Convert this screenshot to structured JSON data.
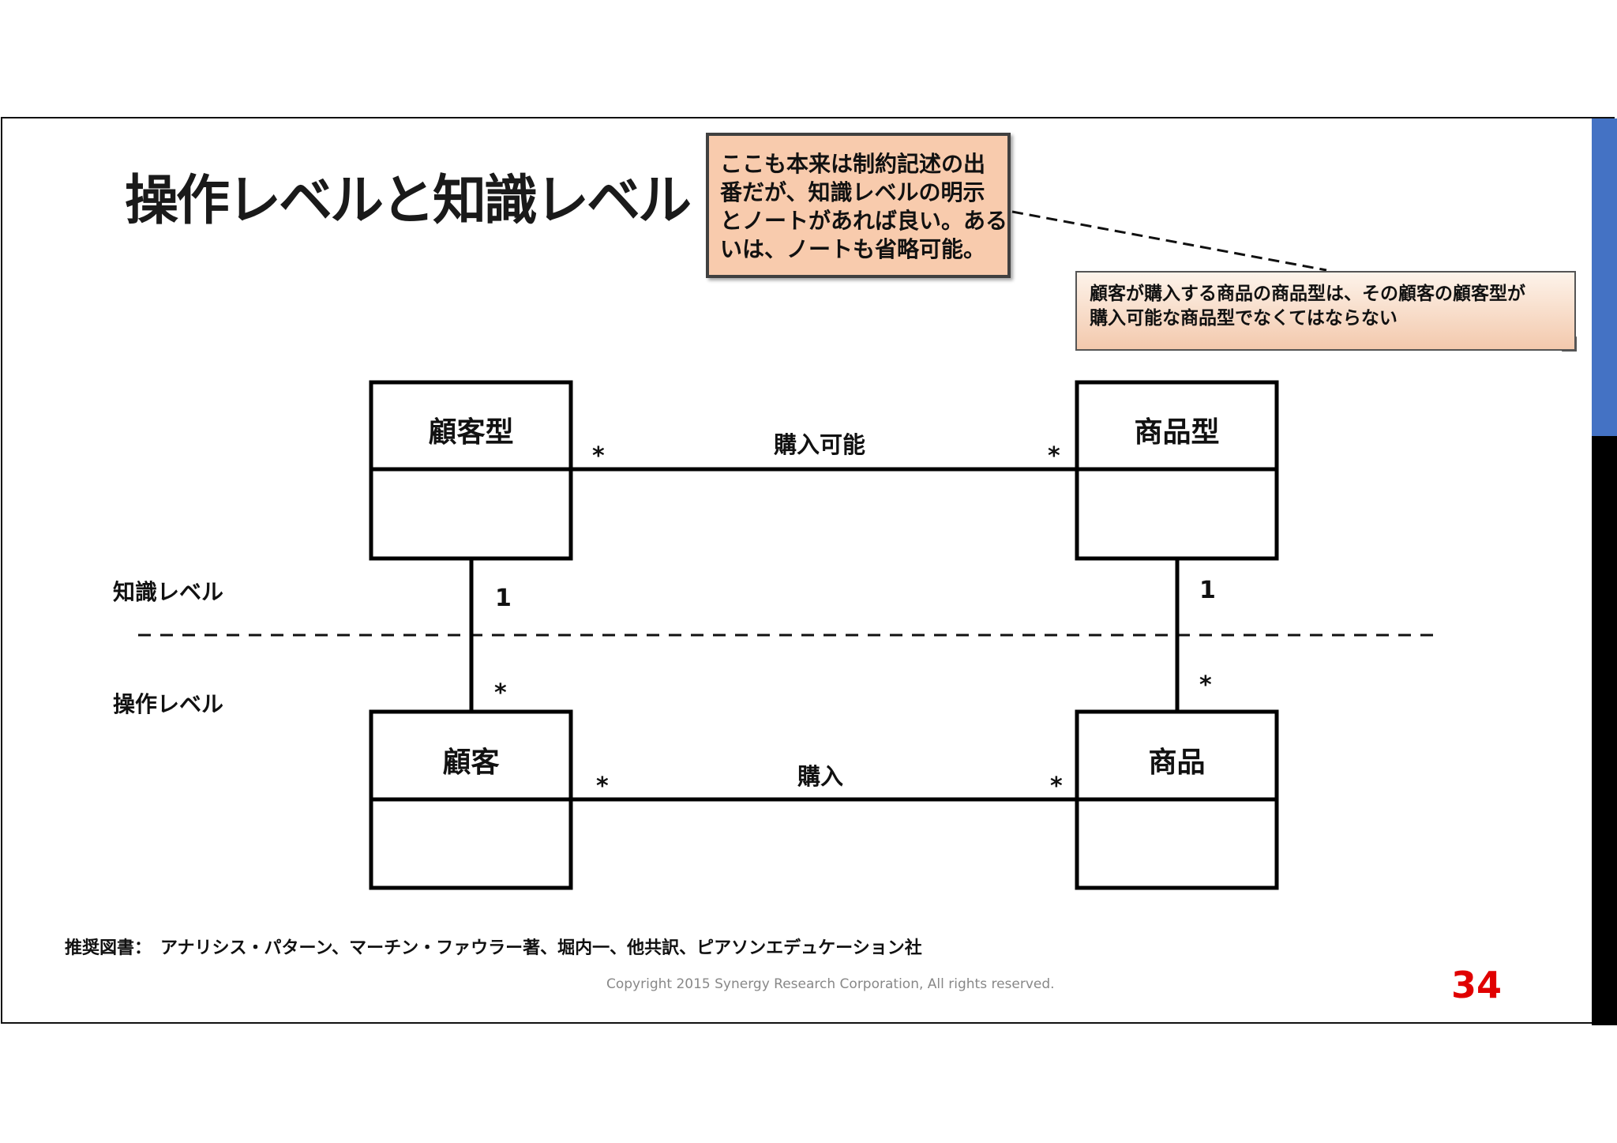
{
  "title": "操作レベルと知識レベル",
  "callout": {
    "lines": [
      "ここも本来は制約記述の出",
      "番だが、知識レベルの明示",
      "とノートがあれば良い。ある",
      "いは、ノートも省略可能。"
    ]
  },
  "note": {
    "lines": [
      "顧客が購入する商品の商品型は、その顧客の顧客型が",
      "購入可能な商品型でなくてはならない"
    ]
  },
  "classes": {
    "customer_type": "顧客型",
    "product_type": "商品型",
    "customer": "顧客",
    "product": "商品"
  },
  "associations": {
    "can_purchase": "購入可能",
    "purchase": "購入"
  },
  "multiplicities": {
    "ct_pt_left": "*",
    "ct_pt_right": "*",
    "ct_c_top": "1",
    "ct_c_bottom": "*",
    "pt_p_top": "1",
    "pt_p_bottom": "*",
    "c_p_left": "*",
    "c_p_right": "*"
  },
  "levels": {
    "knowledge": "知識レベル",
    "operational": "操作レベル"
  },
  "footer": {
    "book": "推奨図書：　アナリシス・パターン、マーチン・ファウラー著、堀内一、他共訳、ピアソンエデュケーション社",
    "copyright": "Copyright 2015 Synergy Research Corporation, All rights reserved.",
    "page_number": "34"
  },
  "colors": {
    "accent_blue": "#4472c4",
    "callout_fill": "#f8cbad",
    "page_number": "#e00000"
  }
}
